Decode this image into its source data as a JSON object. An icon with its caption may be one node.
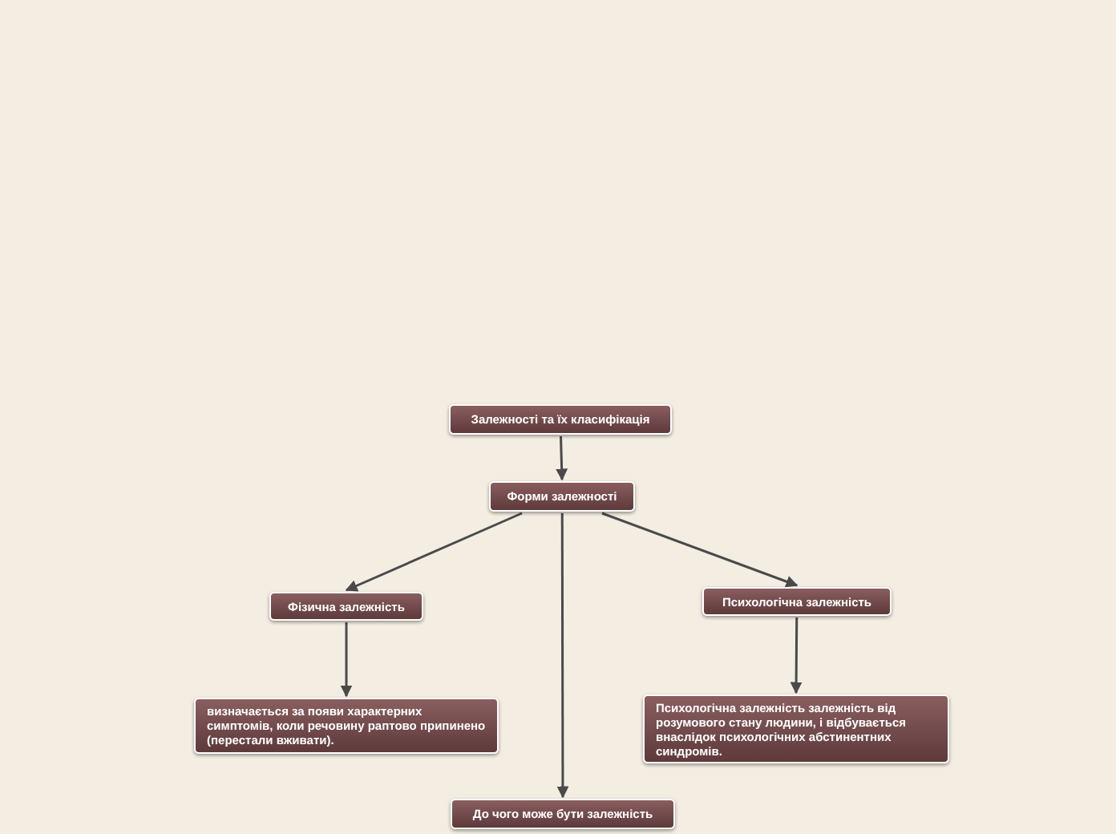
{
  "diagram": {
    "nodes": [
      {
        "text": [
          "Залежності та їх класифікація"
        ]
      },
      {
        "text": [
          "Форми залежності"
        ]
      },
      {
        "text": [
          "Фізична залежність"
        ]
      },
      {
        "text": [
          "Психологічна залежність"
        ]
      },
      {
        "text": [
          "визначається за появи характерних симптомів, коли речовину раптово припинено (перестали вживати)."
        ]
      },
      {
        "text": [
          "Психологічна залежність залежність від розумового стану людини, і відбувається внаслідок психологічних абстинентних синдромів."
        ]
      },
      {
        "text": [
          "До чого може бути залежність"
        ]
      }
    ],
    "edges": [
      {
        "from": 0,
        "to": 1,
        "arrow": "to"
      },
      {
        "from": 1,
        "to": 2,
        "arrow": "to"
      },
      {
        "from": 1,
        "to": 3,
        "arrow": "to"
      },
      {
        "from": 1,
        "to": 6,
        "arrow": "to"
      },
      {
        "from": 2,
        "to": 4,
        "arrow": "to"
      },
      {
        "from": 3,
        "to": 5,
        "arrow": "to"
      }
    ]
  }
}
